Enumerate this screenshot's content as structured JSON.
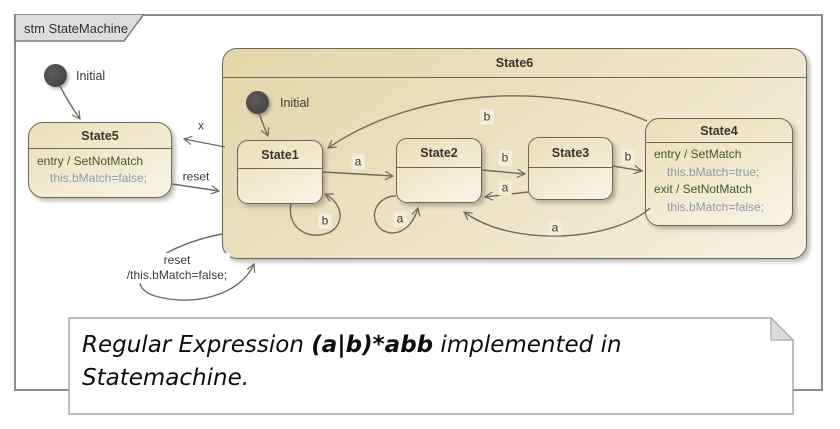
{
  "frame": {
    "tab": "stm StateMachine"
  },
  "outer": {
    "initial_label": "Initial"
  },
  "state6": {
    "name": "State6",
    "initial_label": "Initial"
  },
  "state5": {
    "name": "State5",
    "entry": "entry / SetNotMatch",
    "entry_code": "this.bMatch=false;"
  },
  "state1": {
    "name": "State1"
  },
  "state2": {
    "name": "State2"
  },
  "state3": {
    "name": "State3"
  },
  "state4": {
    "name": "State4",
    "entry": "entry / SetMatch",
    "entry_code": "this.bMatch=true;",
    "exit": "exit / SetNotMatch",
    "exit_code": "this.bMatch=false;"
  },
  "transitions": {
    "state6_to_state5": "x",
    "state5_to_state6": "reset",
    "state6_self_event": "reset",
    "state6_self_action": "/this.bMatch=false;",
    "s1_to_s2": "a",
    "s2_to_s3": "b",
    "s3_to_s2": "a",
    "s3_to_s4": "b",
    "s4_to_s1": "b",
    "s4_to_s2": "a",
    "s1_self": "b",
    "s2_self": "a"
  },
  "note": {
    "text_prefix": "Regular Expression ",
    "text_bold": "(a|b)*abb",
    "text_suffix": " implemented in ",
    "text_line2": "Statemachine."
  },
  "colors": {
    "state_fill_dark": "#e3d6a9",
    "state_fill_light": "#f8f3e5",
    "state_border": "#6b675c",
    "frame_border": "#8c8c8c",
    "entry_action_text": "#44582a",
    "action_code_text": "#8d99ad",
    "note_fold": "#dcdcdc"
  }
}
